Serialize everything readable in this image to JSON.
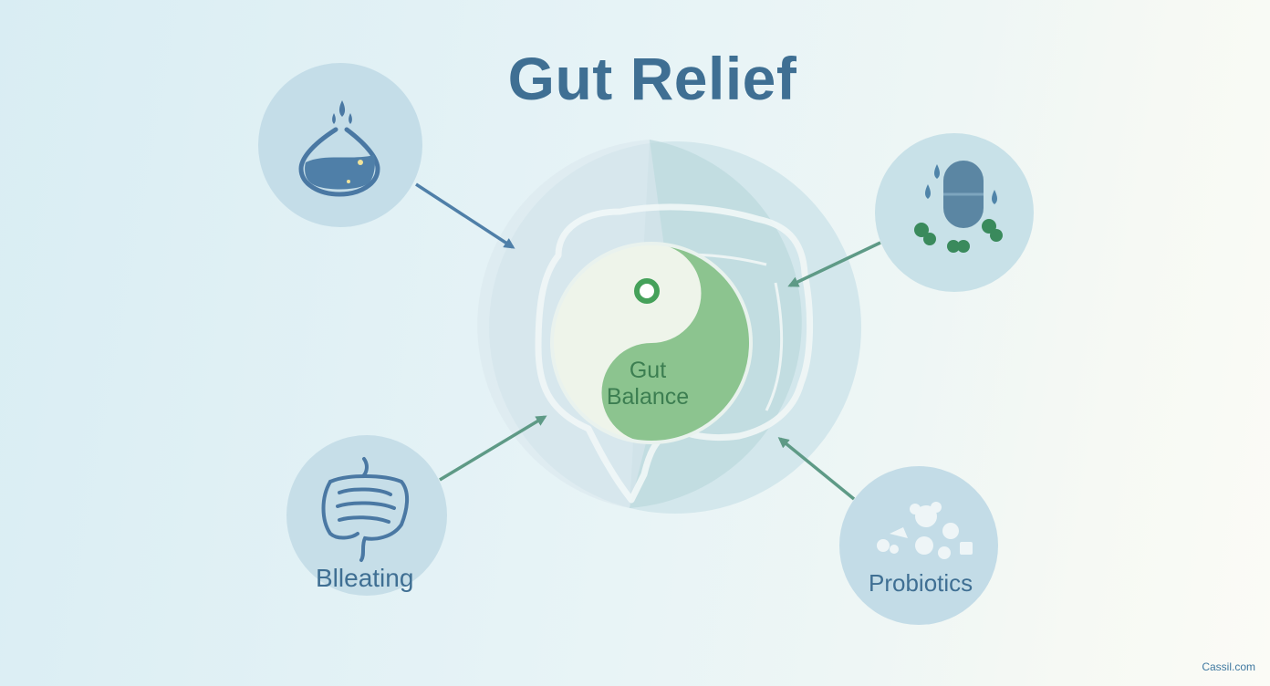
{
  "title": "Gut Relief",
  "center": {
    "label_line1": "Gut",
    "label_line2": "Balance",
    "icon": "yin-yang-icon"
  },
  "nodes": [
    {
      "id": "hydration",
      "label": "",
      "icon": "water-drop-icon"
    },
    {
      "id": "medication",
      "label": "",
      "icon": "capsule-icon"
    },
    {
      "id": "bloating",
      "label": "Blleating",
      "icon": "intestines-icon"
    },
    {
      "id": "probiotics",
      "label": "Probiotics",
      "icon": "bacteria-icon"
    }
  ],
  "watermark": "Cassil.com",
  "colors": {
    "title": "#3f6f93",
    "node_fill": "#c9e1eb",
    "arrow_blue": "#4f7fa8",
    "arrow_green": "#5e9a86",
    "balance_green": "#8cc48f",
    "balance_text": "#3c7e51"
  }
}
